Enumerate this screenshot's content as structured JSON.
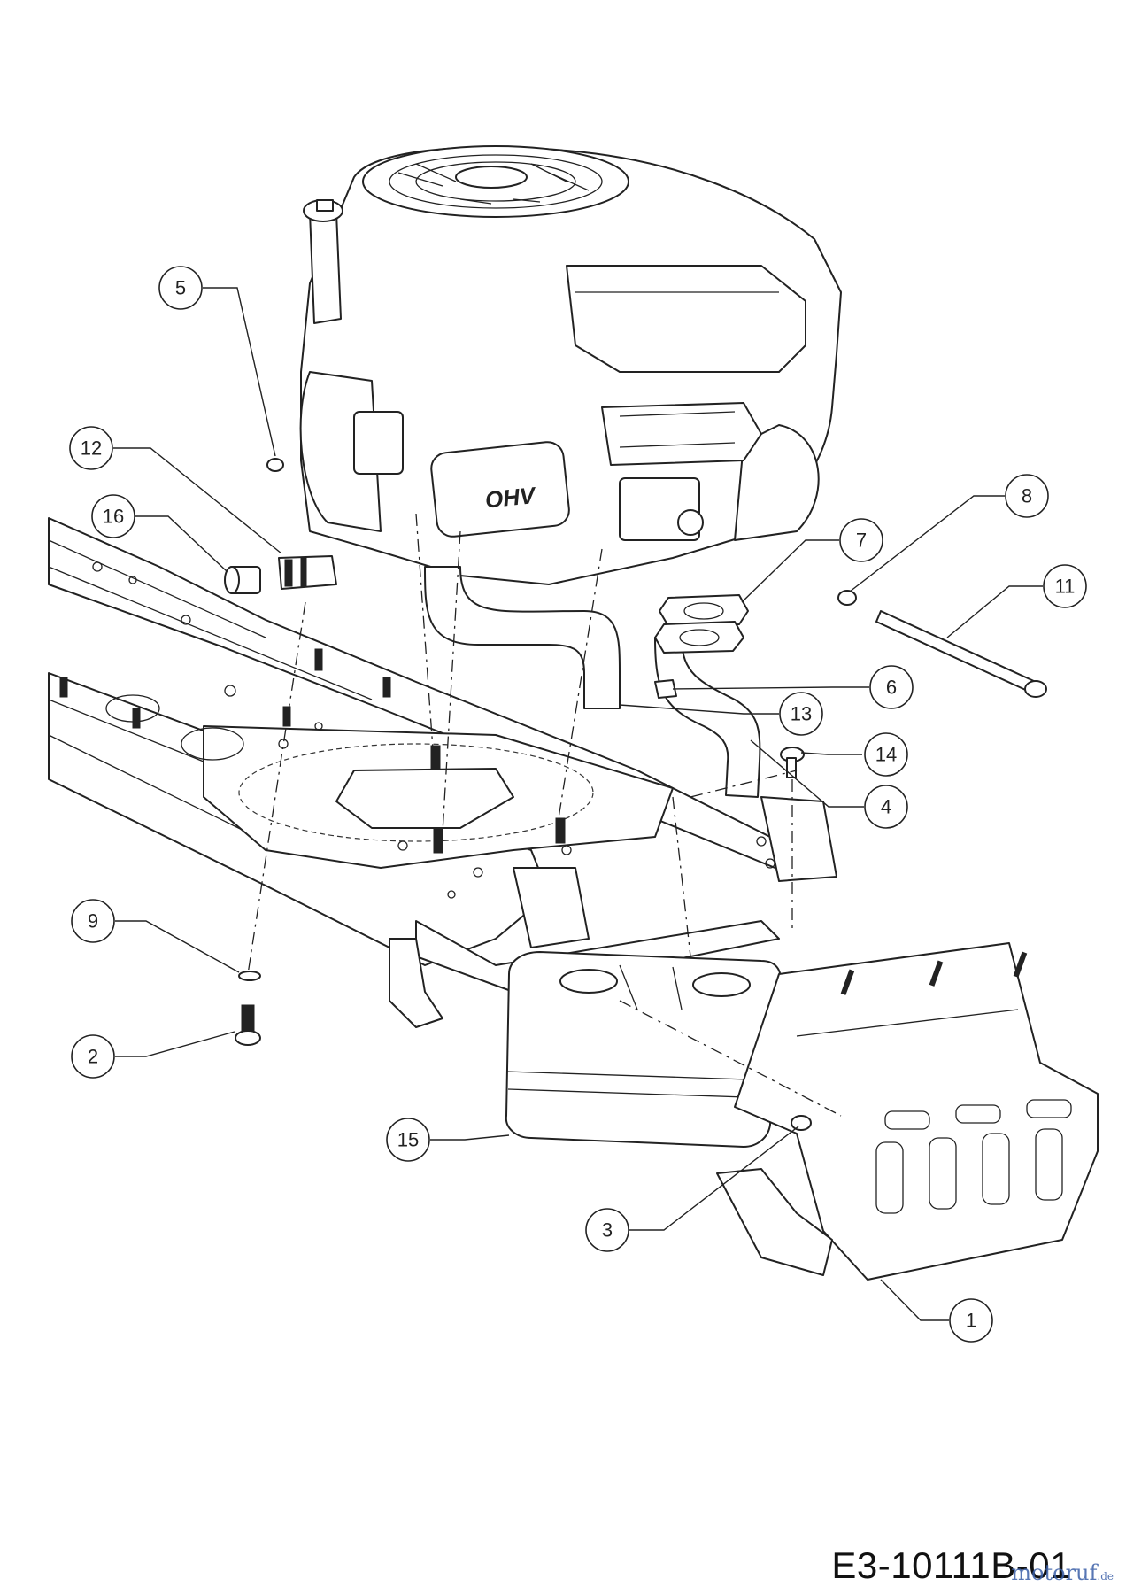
{
  "diagram": {
    "drawing_code": "E3-10111B-01",
    "watermark": {
      "text": "motoruf",
      "suffix": ".de"
    },
    "callouts": [
      {
        "label": "1"
      },
      {
        "label": "2"
      },
      {
        "label": "3"
      },
      {
        "label": "4"
      },
      {
        "label": "5"
      },
      {
        "label": "6"
      },
      {
        "label": "7"
      },
      {
        "label": "8"
      },
      {
        "label": "9"
      },
      {
        "label": "11"
      },
      {
        "label": "12"
      },
      {
        "label": "13"
      },
      {
        "label": "14"
      },
      {
        "label": "15"
      },
      {
        "label": "16"
      }
    ],
    "engine_badge": "OHV"
  }
}
